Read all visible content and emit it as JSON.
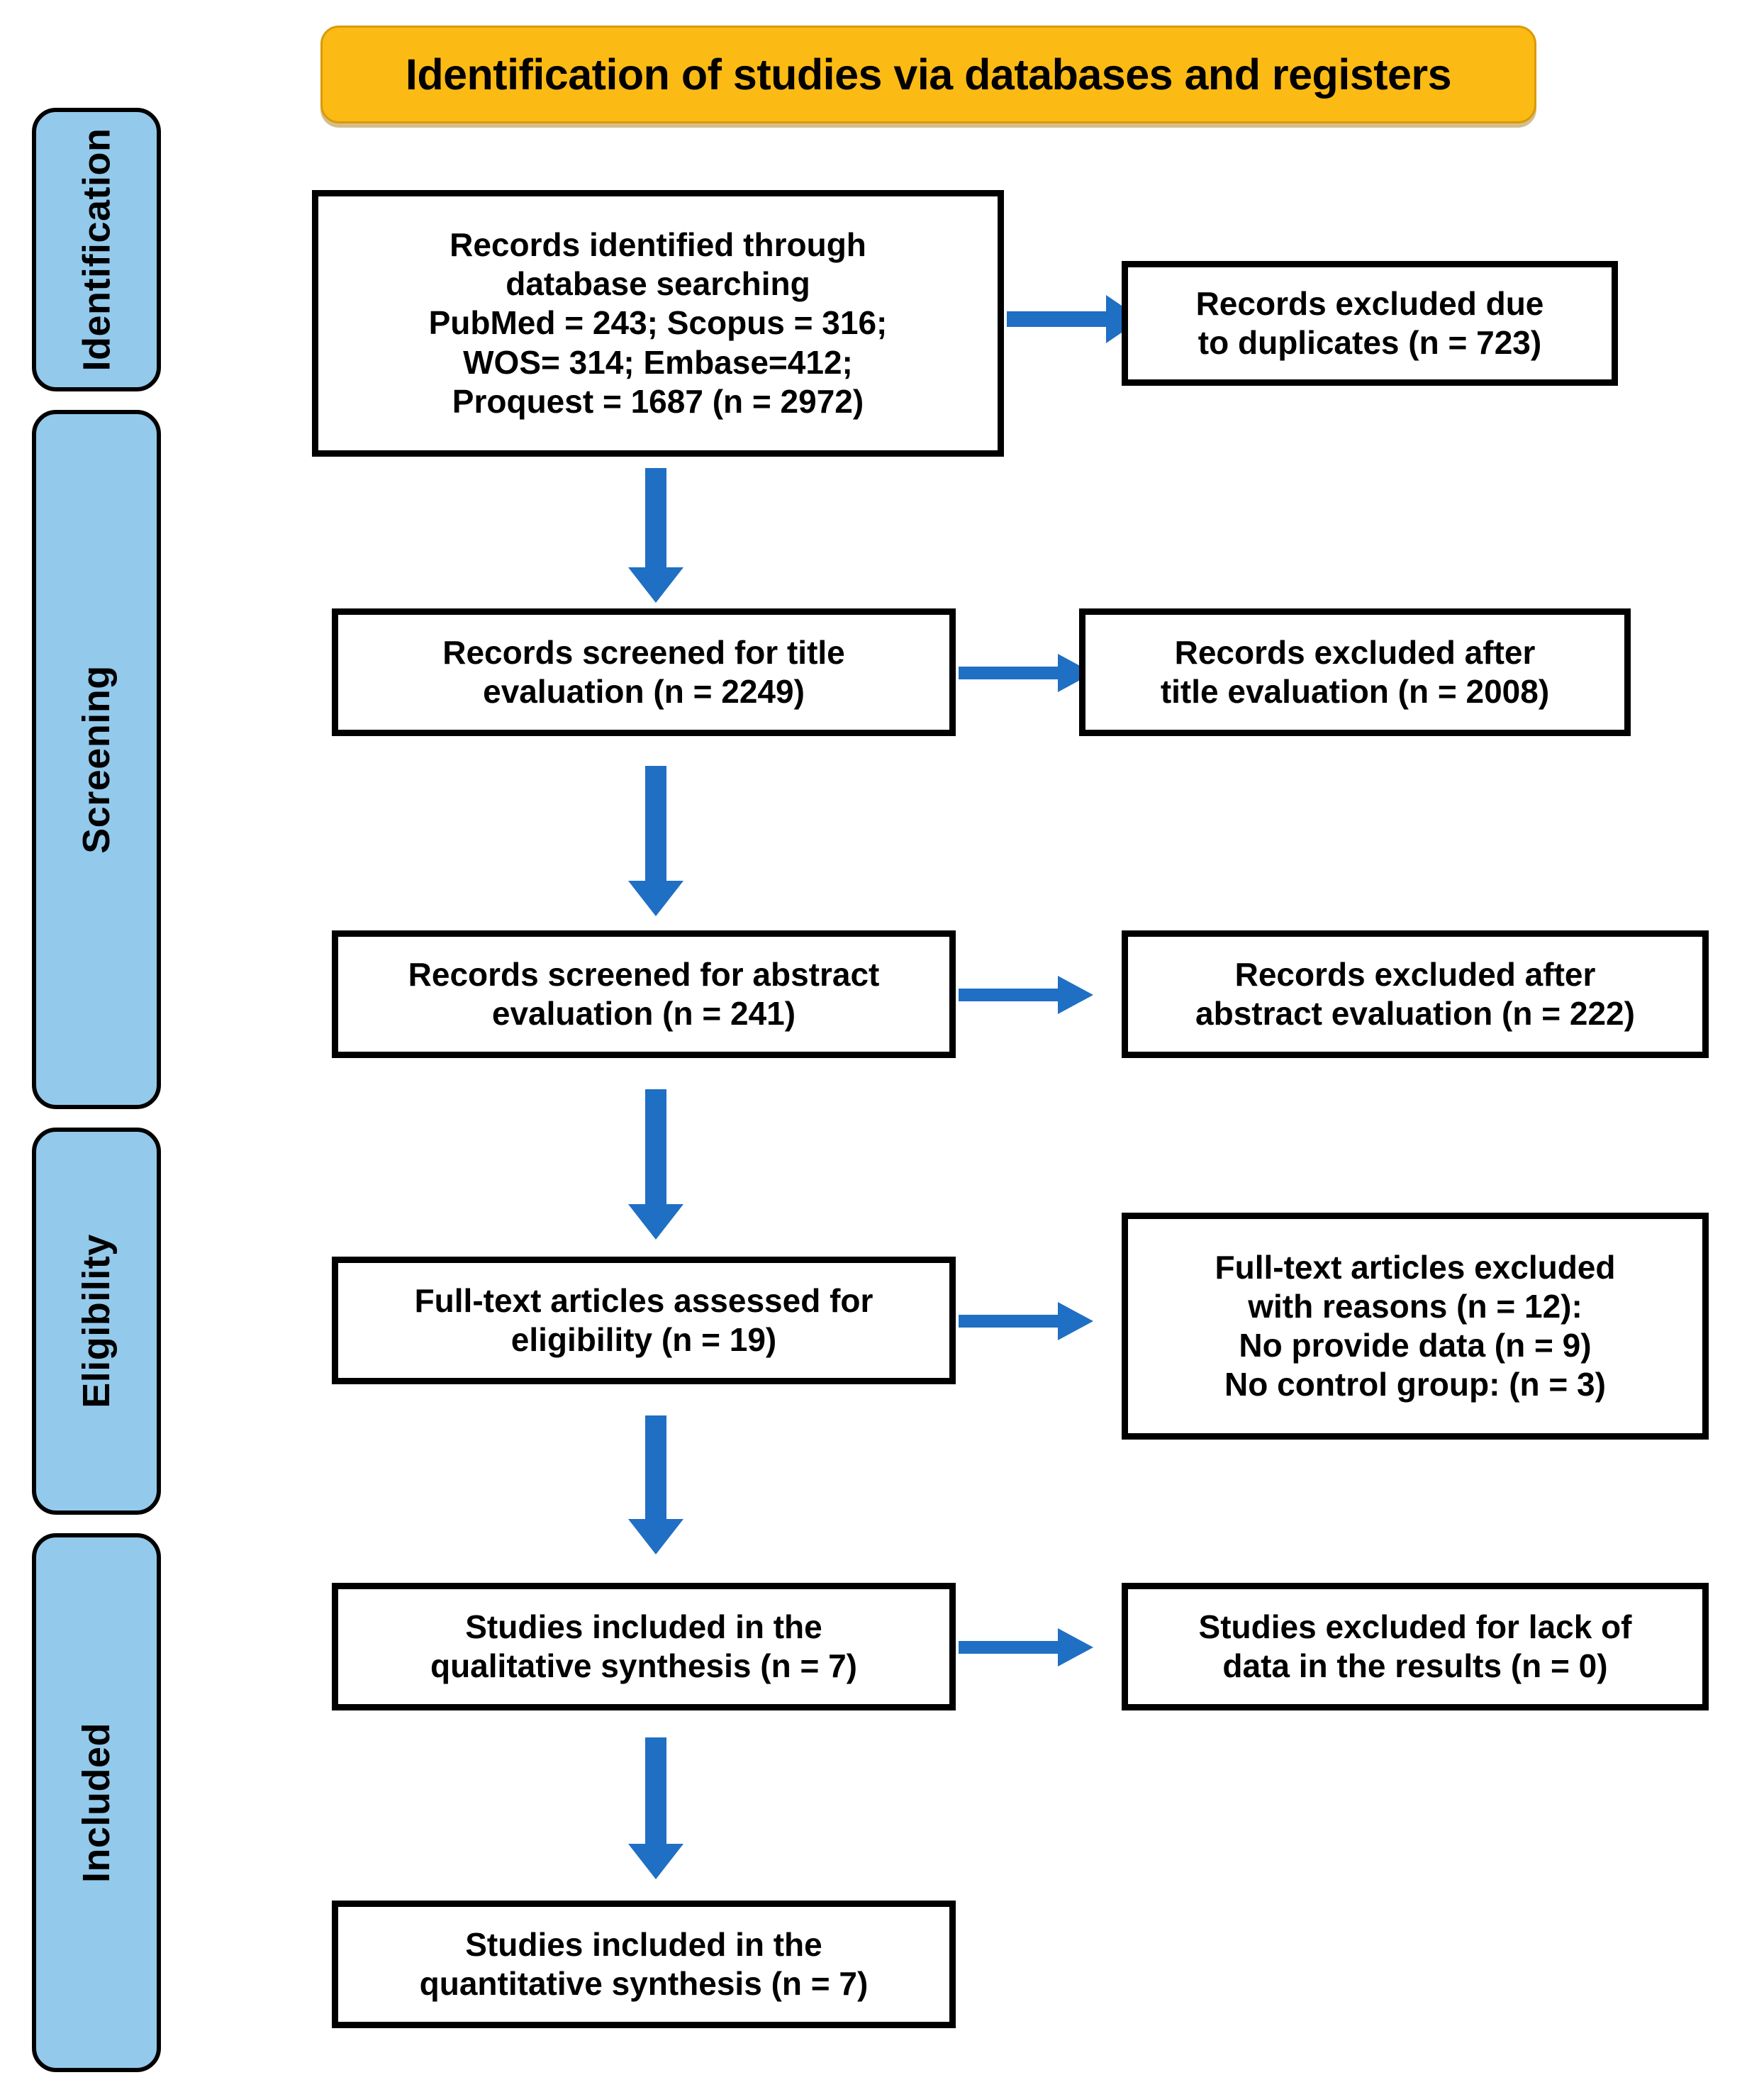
{
  "banner": {
    "title": "Identification of studies via databases and registers",
    "fill_color": "#FCBA14",
    "border_color": "#D99A07"
  },
  "colors": {
    "stage_fill": "#93C9EB",
    "stage_border": "#000000",
    "arrow": "#1F6FC4",
    "node_border": "#000000",
    "node_fill": "#FFFFFF",
    "text": "#000000"
  },
  "stages": [
    {
      "label": "Identification"
    },
    {
      "label": "Screening"
    },
    {
      "label": "Eligibility"
    },
    {
      "label": "Included"
    }
  ],
  "flow": {
    "identified": {
      "lines": [
        "Records identified through",
        "database searching",
        "PubMed = 243; Scopus = 316;",
        "WOS= 314; Embase=412;",
        "Proquest = 1687 (n = 2972)"
      ]
    },
    "duplicates_excluded": {
      "lines": [
        "Records excluded due",
        "to duplicates (n = 723)"
      ]
    },
    "title_screened": {
      "lines": [
        "Records screened for title",
        "evaluation (n = 2249)"
      ]
    },
    "title_excluded": {
      "lines": [
        "Records excluded after",
        "title evaluation (n = 2008)"
      ]
    },
    "abstract_screened": {
      "lines": [
        "Records screened for abstract",
        "evaluation (n = 241)"
      ]
    },
    "abstract_excluded": {
      "lines": [
        "Records excluded after",
        "abstract evaluation (n = 222)"
      ]
    },
    "fulltext_assessed": {
      "lines": [
        "Full-text articles assessed for",
        "eligibility (n = 19)"
      ]
    },
    "fulltext_excluded": {
      "lines": [
        "Full-text articles excluded",
        "with reasons (n = 12):",
        "No provide data (n = 9)",
        "No control group: (n = 3)"
      ]
    },
    "qualitative_included": {
      "lines": [
        "Studies included in the",
        "qualitative synthesis (n = 7)"
      ]
    },
    "qualitative_excluded": {
      "lines": [
        "Studies excluded for lack of",
        "data in the results (n = 0)"
      ]
    },
    "quantitative_included": {
      "lines": [
        "Studies included in the",
        "quantitative synthesis (n = 7)"
      ]
    }
  }
}
